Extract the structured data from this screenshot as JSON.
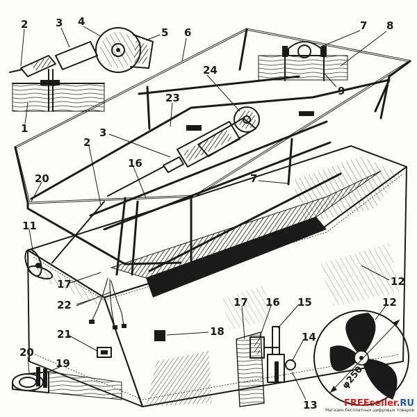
{
  "figure": {
    "callouts": [
      {
        "id": "c1",
        "text": "1"
      },
      {
        "id": "c2a",
        "text": "2"
      },
      {
        "id": "c2b",
        "text": "2"
      },
      {
        "id": "c3a",
        "text": "3"
      },
      {
        "id": "c3b",
        "text": "3"
      },
      {
        "id": "c4",
        "text": "4"
      },
      {
        "id": "c5",
        "text": "5"
      },
      {
        "id": "c6",
        "text": "6"
      },
      {
        "id": "c7a",
        "text": "7"
      },
      {
        "id": "c7b",
        "text": "7"
      },
      {
        "id": "c8",
        "text": "8"
      },
      {
        "id": "c9",
        "text": "9"
      },
      {
        "id": "c11",
        "text": "11"
      },
      {
        "id": "c12a",
        "text": "12"
      },
      {
        "id": "c12b",
        "text": "12"
      },
      {
        "id": "c13",
        "text": "13"
      },
      {
        "id": "c14",
        "text": "14"
      },
      {
        "id": "c15",
        "text": "15"
      },
      {
        "id": "c16a",
        "text": "16"
      },
      {
        "id": "c16b",
        "text": "16"
      },
      {
        "id": "c17a",
        "text": "17"
      },
      {
        "id": "c17b",
        "text": "17"
      },
      {
        "id": "c18",
        "text": "18"
      },
      {
        "id": "c19",
        "text": "19"
      },
      {
        "id": "c20a",
        "text": "20"
      },
      {
        "id": "c20b",
        "text": "20"
      },
      {
        "id": "c21",
        "text": "21"
      },
      {
        "id": "c22",
        "text": "22"
      },
      {
        "id": "c23",
        "text": "23"
      },
      {
        "id": "c24",
        "text": "24"
      }
    ],
    "propeller_diameter_label": "φ250"
  },
  "watermark": {
    "brand_main": "FREEseller.",
    "brand_suffix": "RU",
    "tagline": "Магазин бесплатных цифровых товаров"
  }
}
